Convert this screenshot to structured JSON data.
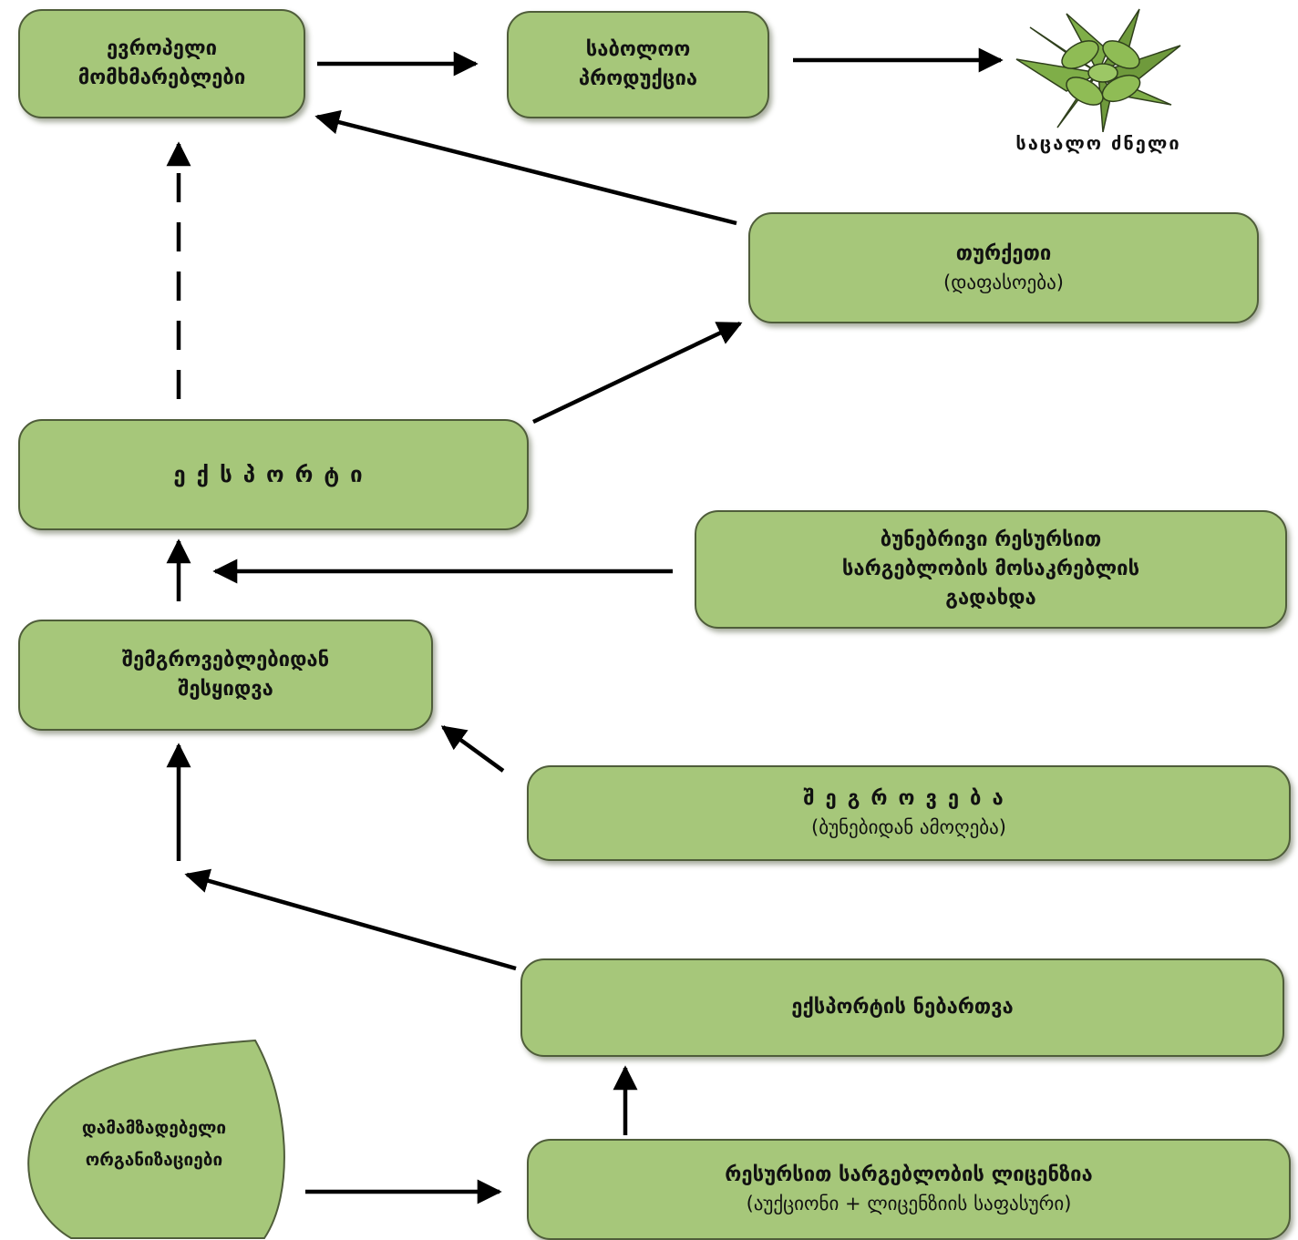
{
  "nodes": {
    "eu_consumers": [
      "ევროპელი",
      "მომხმარებლები"
    ],
    "final_product": [
      "საბოლოო",
      "პროდუქცია"
    ],
    "turkey": {
      "title": "თურქეთი",
      "subtitle": "(დაფასოება)"
    },
    "export": "ექსპორტი",
    "fee": [
      "ბუნებრივი რესურსით",
      "სარგებლობის მოსაკრებლის",
      "გადახდა"
    ],
    "buy": [
      "შემგროვებლებიდან",
      "შესყიდვა"
    ],
    "gathering": {
      "title": "შეგროვება",
      "subtitle": "(ბუნებიდან ამოღება)"
    },
    "export_permit": "ექსპორტის ნებართვა",
    "license": [
      "რესურსით სარგებლობის ლიცენზია",
      "(აუქციონი + ლიცენზიის საფასური)"
    ],
    "control": [
      "დამამზადებელი",
      "ორგანიზაციები"
    ]
  },
  "plant": {
    "label": "საცალო ძნელი",
    "icon": "plant-icon"
  },
  "colors": {
    "box_fill": "#a6c77a",
    "box_border": "#4f5d3a",
    "arrow": "#000000",
    "leaf_dark": "#6f9a3c",
    "leaf_light": "#8fbc55"
  }
}
